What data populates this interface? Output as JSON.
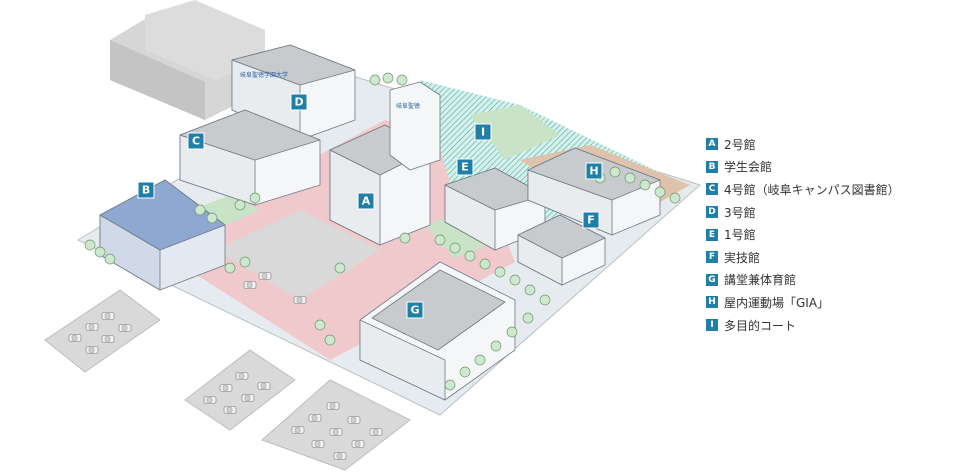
{
  "colors": {
    "marker": "#1f7fa9",
    "ground_pink": "#f0c9cd",
    "lawn_green": "#c9e3c7",
    "court_hatch": "#4ab0a3",
    "roof_gray": "#c8cbce",
    "parking_gray": "#d9d9d9",
    "field_brown": "#dfc1ac",
    "roof_blue": "#8ea8d2"
  },
  "map": {
    "sign_text": "岐阜聖徳学園大学",
    "small_sign_text": "岐阜聖徳"
  },
  "buildings": [
    {
      "key": "A",
      "name": "2号館",
      "icon": "building-marker"
    },
    {
      "key": "B",
      "name": "学生会館",
      "icon": "building-marker"
    },
    {
      "key": "C",
      "name": "4号館（岐阜キャンパス図書館）",
      "icon": "building-marker"
    },
    {
      "key": "D",
      "name": "3号館",
      "icon": "building-marker"
    },
    {
      "key": "E",
      "name": "1号館",
      "icon": "building-marker"
    },
    {
      "key": "F",
      "name": "実技館",
      "icon": "building-marker"
    },
    {
      "key": "G",
      "name": "講堂兼体育館",
      "icon": "building-marker"
    },
    {
      "key": "H",
      "name": "屋内運動場「GIA」",
      "icon": "building-marker"
    },
    {
      "key": "I",
      "name": "多目的コート",
      "icon": "building-marker"
    }
  ]
}
